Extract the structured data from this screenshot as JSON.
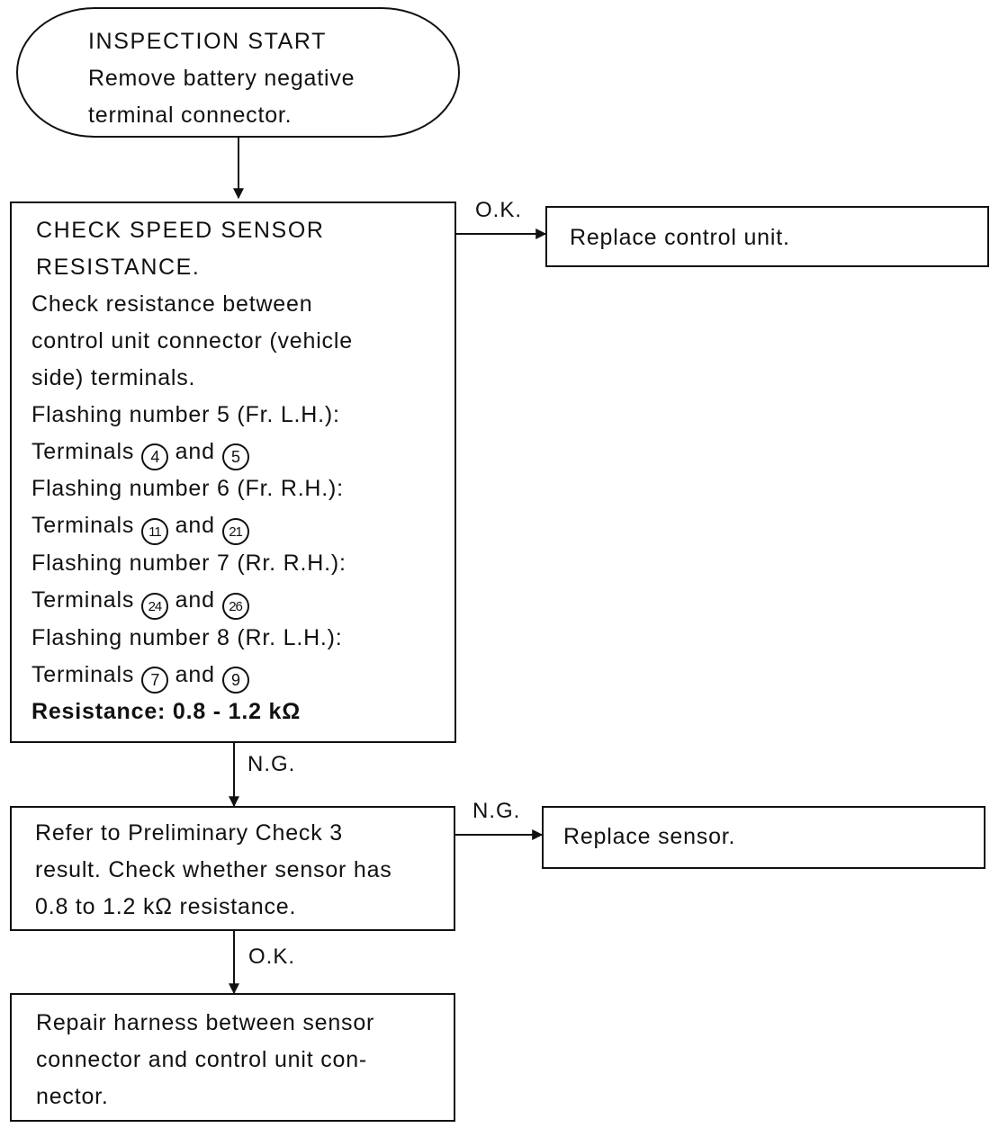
{
  "start": {
    "lines": [
      "INSPECTION  START",
      "Remove battery negative",
      "terminal connector."
    ]
  },
  "check_speed_sensor": {
    "heading": [
      "CHECK SPEED SENSOR",
      "RESISTANCE."
    ],
    "intro": [
      "Check resistance between",
      "control unit connector (vehicle",
      "side) terminals."
    ],
    "items": [
      {
        "flashing": "Flashing number 5 (Fr. L.H.):",
        "prefix": "Terminals",
        "t1": "4",
        "joiner": "and",
        "t2": "5"
      },
      {
        "flashing": "Flashing number 6 (Fr. R.H.):",
        "prefix": "Terminals",
        "t1": "11",
        "joiner": "and",
        "t2": "21"
      },
      {
        "flashing": "Flashing number 7 (Rr. R.H.):",
        "prefix": "Terminals",
        "t1": "24",
        "joiner": "and",
        "t2": "26"
      },
      {
        "flashing": "Flashing number 8 (Rr. L.H.):",
        "prefix": "Terminals",
        "t1": "7",
        "joiner": "and",
        "t2": "9"
      }
    ],
    "resistance": "Resistance:  0.8 - 1.2 kΩ"
  },
  "replace_control_unit": {
    "text": "Replace control unit."
  },
  "refer_check": {
    "lines": [
      "Refer to Preliminary Check 3",
      "result. Check whether sensor has",
      "0.8 to 1.2 kΩ resistance."
    ]
  },
  "replace_sensor": {
    "text": "Replace sensor."
  },
  "repair_harness": {
    "lines": [
      "Repair harness between sensor",
      "connector and control unit con-",
      "nector."
    ]
  },
  "labels": {
    "ok_to_control_unit": "O.K.",
    "ng_to_refer": "N.G.",
    "ng_to_sensor": "N.G.",
    "ok_to_repair": "O.K."
  }
}
